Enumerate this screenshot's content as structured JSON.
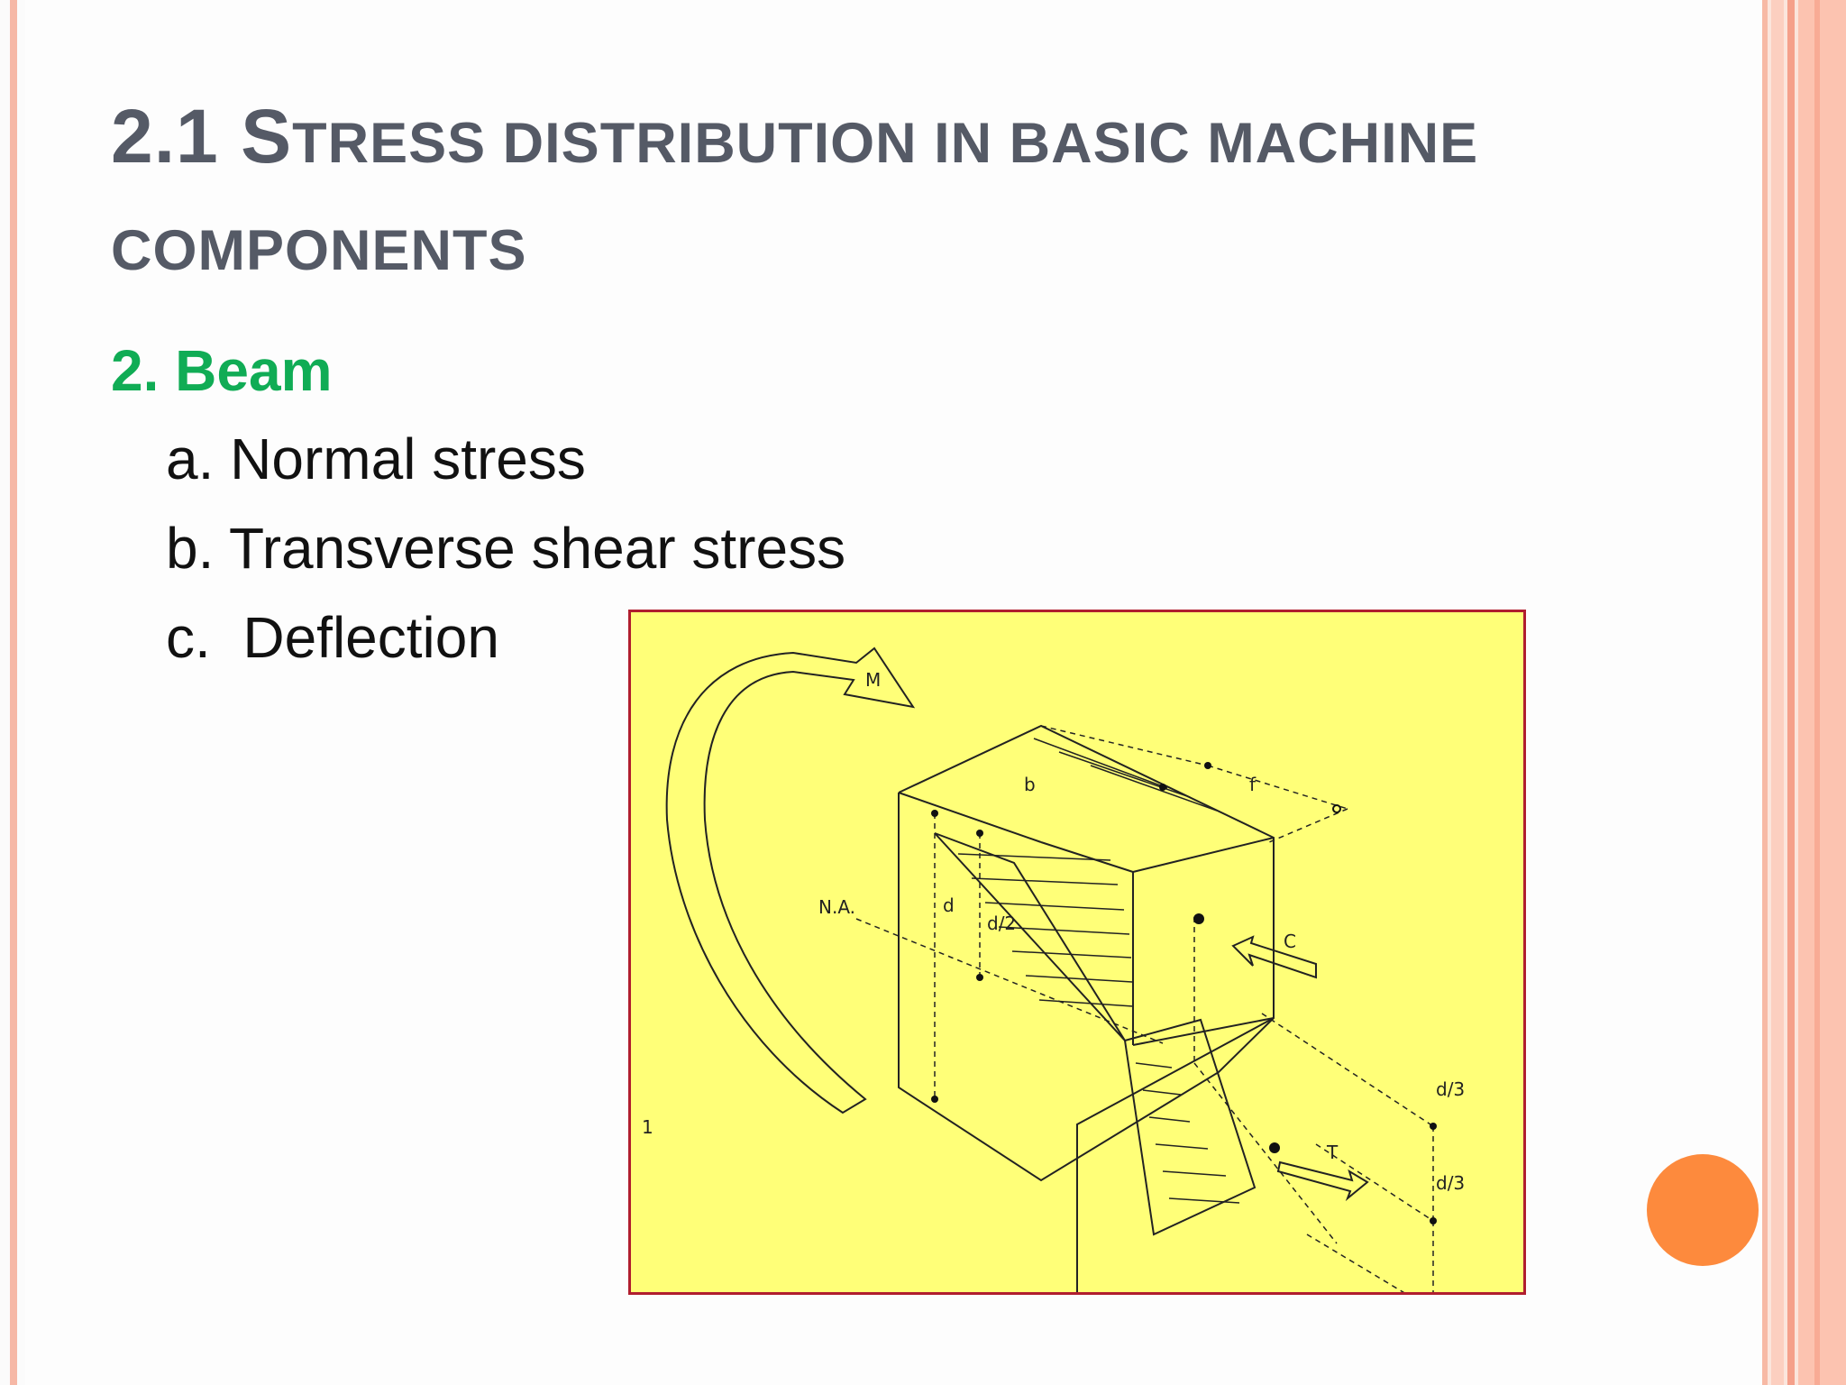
{
  "slide": {
    "title_line1_lead": "2.1 S",
    "title_line1_rest": "TRESS DISTRIBUTION IN BASIC MACHINE",
    "title_line2": "COMPONENTS",
    "section": "2. Beam",
    "items": [
      "a. Normal stress",
      "b. Transverse shear stress",
      "c.  Deflection"
    ]
  },
  "figure": {
    "labels": {
      "moment": "M",
      "width": "b",
      "length": "f",
      "neutral_axis": "N.A.",
      "depth": "d",
      "half_depth": "d/2",
      "compression": "C",
      "tension": "T",
      "third_depth_upper": "d/3",
      "third_depth_lower": "d/3",
      "corner_mark": "1"
    }
  },
  "colors": {
    "title": "#555a66",
    "section": "#10ac55",
    "figure_background": "#ffff78",
    "figure_border": "#b01e2e",
    "accent_dot": "#fd8a3d"
  }
}
